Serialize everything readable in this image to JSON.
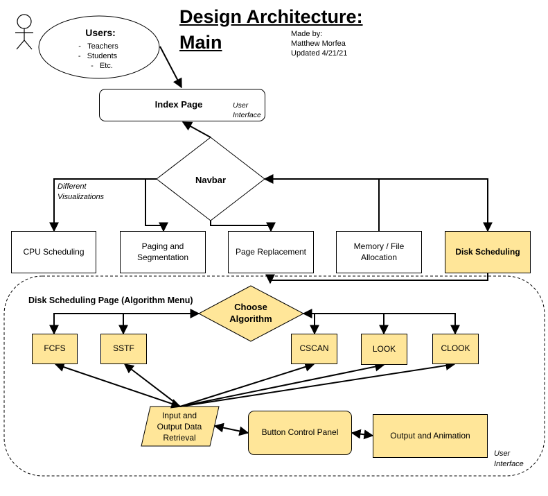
{
  "header": {
    "title_line1": "Design Architecture:",
    "title_line2": "Main",
    "credit_line1": "Made by:",
    "credit_line2": "Matthew Morfea",
    "credit_line3": "Updated 4/21/21"
  },
  "users": {
    "title": "Users:",
    "items": [
      "Teachers",
      "Students",
      "Etc."
    ]
  },
  "index_page": {
    "label": "Index Page",
    "note": "User Interface"
  },
  "navbar": {
    "label": "Navbar",
    "note": "Different Visualizations"
  },
  "nav_items": [
    "CPU Scheduling",
    "Paging and Segmentation",
    "Page Replacement",
    "Memory / File Allocation",
    "Disk Scheduling"
  ],
  "disk_page": {
    "label": "Disk Scheduling Page (Algorithm Menu)",
    "choose": "Choose Algorithm",
    "algorithms": [
      "FCFS",
      "SSTF",
      "CSCAN",
      "LOOK",
      "CLOOK"
    ],
    "io": "Input and Output Data Retrieval",
    "buttons": "Button Control Panel",
    "output": "Output and Animation",
    "note": "User Interface"
  },
  "colors": {
    "highlight": "#ffe699",
    "line": "#000000"
  }
}
